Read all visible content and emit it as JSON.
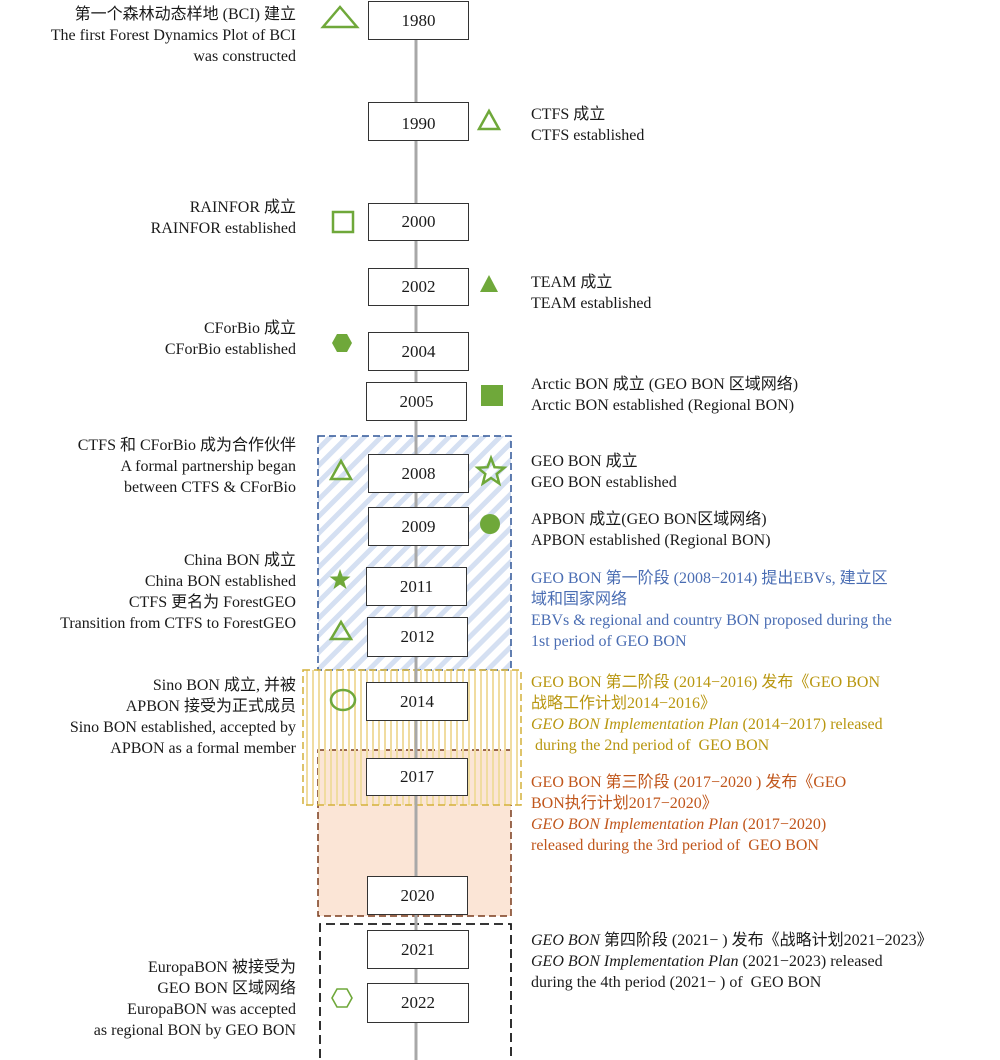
{
  "years": [
    "1980",
    "1990",
    "2000",
    "2002",
    "2004",
    "2005",
    "2008",
    "2009",
    "2011",
    "2012",
    "2014",
    "2017",
    "2020",
    "2021",
    "2022"
  ],
  "events": {
    "bci": [
      "第一个森林动态样地 (BCI) 建立",
      "The first Forest Dynamics Plot of BCI",
      "was constructed"
    ],
    "ctfs": [
      "CTFS 成立",
      "CTFS established"
    ],
    "rainfor": [
      "RAINFOR 成立",
      "RAINFOR established"
    ],
    "team": [
      "TEAM 成立",
      "TEAM established"
    ],
    "cforbio": [
      "CForBio 成立",
      "CForBio established"
    ],
    "arctic": [
      "Arctic BON 成立 (GEO BON 区域网络)",
      "Arctic BON established (Regional BON)"
    ],
    "partnership": [
      "CTFS 和 CForBio 成为合作伙伴",
      "A formal partnership began",
      "between CTFS & CForBio"
    ],
    "geobon": [
      "GEO BON 成立",
      "GEO BON established"
    ],
    "apbon": [
      "APBON 成立(GEO BON区域网络)",
      "APBON established (Regional BON)"
    ],
    "chinabon": [
      "China BON 成立",
      "China BON established",
      "CTFS 更名为 ForestGEO",
      "Transition from CTFS to ForestGEO"
    ],
    "period1": [
      "GEO BON 第一阶段 (2008−2014) 提出EBVs, 建立区",
      "域和国家网络",
      "EBVs & regional and country BON proposed during the",
      "1st period of GEO BON"
    ],
    "sinobon": [
      "Sino BON 成立, 并被",
      "APBON 接受为正式成员",
      "Sino BON established, accepted by",
      "APBON as a formal member"
    ],
    "period2": {
      "line1": "GEO BON 第二阶段 (2014−2016) 发布《GEO BON",
      "line2": "战略工作计划2014−2016》",
      "line3_italic": "GEO BON Implementation Plan",
      "line3_rest": " (2014−2017) released",
      "line4": " during the 2nd period of  GEO BON"
    },
    "period3": {
      "line1": "GEO BON 第三阶段  (2017−2020 ) 发布《GEO",
      "line2": "BON执行计划2017−2020》",
      "line3_italic": "GEO BON Implementation Plan",
      "line3_rest": " (2017−2020)",
      "line4": "released during the 3rd period of  GEO BON"
    },
    "period4": {
      "line1_italic": "GEO BON",
      "line1_rest": " 第四阶段 (2021− ) 发布《战略计划2021−2023》",
      "line2_italic": "GEO BON Implementation Plan",
      "line2_rest": " (2021−2023) released",
      "line3": "during the 4th period (2021− ) of  GEO BON"
    },
    "europabon": [
      "EuropaBON 被接受为",
      "GEO BON 区域网络",
      "EuropaBON was accepted",
      "as regional BON by GEO BON"
    ]
  },
  "colors": {
    "marker_green": "#6fa83a",
    "axis_gray": "#a8a8a8",
    "period1": "#2e5597",
    "period2": "#d4b13a",
    "period3": "#7a3b1c",
    "period3_fill": "#fbe5d6",
    "period4": "#1a1a1a"
  },
  "markers": [
    {
      "event": "bci",
      "shape": "triangle-outline"
    },
    {
      "event": "ctfs",
      "shape": "triangle-outline"
    },
    {
      "event": "rainfor",
      "shape": "square-outline"
    },
    {
      "event": "team",
      "shape": "triangle-filled"
    },
    {
      "event": "cforbio",
      "shape": "hexagon-filled"
    },
    {
      "event": "arctic",
      "shape": "square-filled"
    },
    {
      "event": "partnership",
      "shape": "triangle-outline"
    },
    {
      "event": "geobon",
      "shape": "star-outline"
    },
    {
      "event": "apbon",
      "shape": "circle-filled"
    },
    {
      "event": "chinabon",
      "shape": "star-filled"
    },
    {
      "event": "ctfs-forestgeo",
      "shape": "triangle-outline"
    },
    {
      "event": "sinobon",
      "shape": "ellipse-outline"
    },
    {
      "event": "europabon",
      "shape": "hexagon-outline"
    }
  ]
}
